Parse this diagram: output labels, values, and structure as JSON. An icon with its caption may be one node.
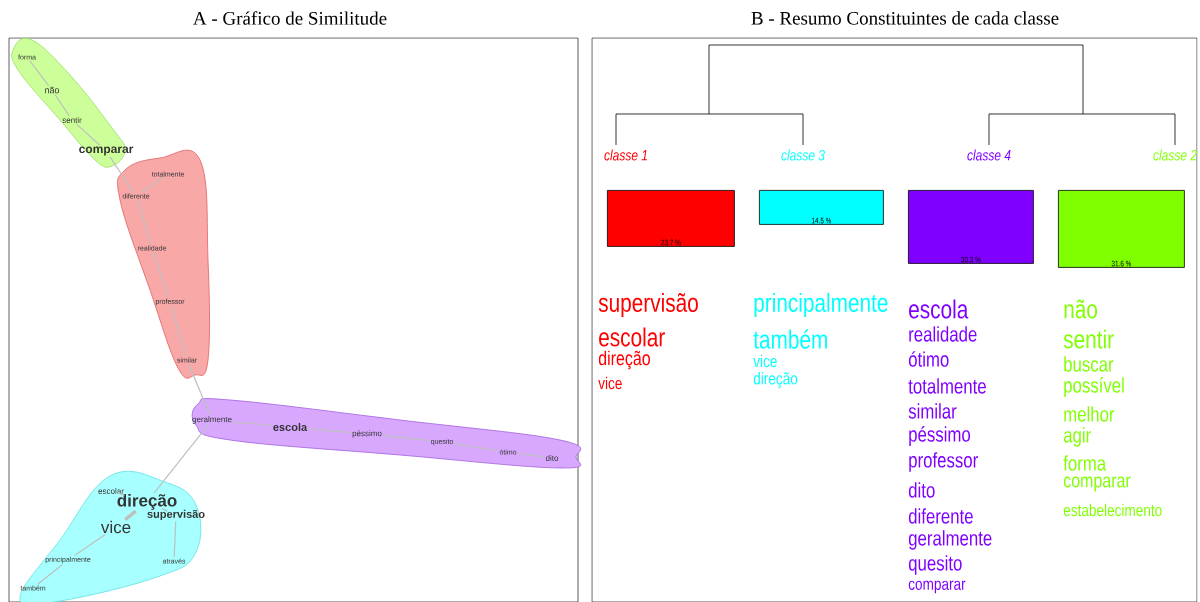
{
  "diagram": {
    "nodes": [
      {
        "text": [
          "A - Gráfico de Similitude"
        ]
      },
      {
        "text": [],
        "shape": "blob",
        "in": 0
      },
      {
        "text": [],
        "shape": "blob",
        "in": 0
      },
      {
        "text": [],
        "shape": "blob",
        "in": 0
      },
      {
        "text": [],
        "shape": "blob",
        "in": 0
      },
      {
        "text": [
          "forma"
        ],
        "in": 1
      },
      {
        "text": [
          "não"
        ],
        "in": 1
      },
      {
        "text": [
          "sentir"
        ],
        "in": 1
      },
      {
        "text": [
          "comparar"
        ],
        "in": 1
      },
      {
        "text": [
          "totalmente"
        ],
        "in": 2
      },
      {
        "text": [
          "diferente"
        ],
        "in": 2
      },
      {
        "text": [
          "realidade"
        ],
        "in": 2
      },
      {
        "text": [
          "professor"
        ],
        "in": 2
      },
      {
        "text": [
          "similar"
        ],
        "in": 2
      },
      {
        "text": [
          "geralmente"
        ],
        "in": 3
      },
      {
        "text": [
          "escola"
        ],
        "in": 3
      },
      {
        "text": [
          "péssimo"
        ],
        "in": 3
      },
      {
        "text": [
          "quesito"
        ],
        "in": 3
      },
      {
        "text": [
          "ótimo"
        ],
        "in": 3
      },
      {
        "text": [
          "dito"
        ],
        "in": 3
      },
      {
        "text": [
          "escolar"
        ],
        "in": 4
      },
      {
        "text": [
          "direção"
        ],
        "in": 4
      },
      {
        "text": [
          "supervisão"
        ],
        "in": 4
      },
      {
        "text": [
          "vice"
        ],
        "in": 4
      },
      {
        "text": [
          "principalmente"
        ],
        "in": 4
      },
      {
        "text": [
          "através"
        ],
        "in": 4
      },
      {
        "text": [
          "também"
        ],
        "in": 4
      },
      {
        "text": [
          "B - Resumo Constituintes de cada classe"
        ]
      },
      {
        "text": [
          "23.7 %"
        ],
        "in": 27,
        "beside": [
          "classe 1",
          "supervisão",
          "escolar",
          "direção",
          "vice"
        ]
      },
      {
        "text": [
          "14.5 %"
        ],
        "in": 27,
        "beside": [
          "classe 3",
          "principalmente",
          "também",
          "vice",
          "direção"
        ]
      },
      {
        "text": [
          "30.3 %"
        ],
        "in": 27,
        "beside": [
          "classe 4",
          "escola",
          "realidade",
          "ótimo",
          "totalmente",
          "similar",
          "péssimo",
          "professor",
          "dito",
          "diferente",
          "geralmente",
          "quesito",
          "comparar"
        ]
      },
      {
        "text": [
          "31.6 %"
        ],
        "in": 27,
        "beside": [
          "classe 2",
          "não",
          "sentir",
          "buscar",
          "possível",
          "melhor",
          "agir",
          "forma",
          "comparar",
          "estabelecimento"
        ]
      }
    ],
    "edges": [
      {
        "from": 5,
        "to": 6,
        "arrow": "none"
      },
      {
        "from": 6,
        "to": 7,
        "arrow": "none"
      },
      {
        "from": 7,
        "to": 8,
        "arrow": "none"
      },
      {
        "from": 8,
        "to": 10,
        "arrow": "none"
      },
      {
        "from": 10,
        "to": 9,
        "arrow": "none"
      },
      {
        "from": 10,
        "to": 11,
        "arrow": "none"
      },
      {
        "from": 11,
        "to": 12,
        "arrow": "none"
      },
      {
        "from": 12,
        "to": 13,
        "arrow": "none"
      },
      {
        "from": 13,
        "to": 14,
        "arrow": "none"
      },
      {
        "from": 14,
        "to": 15,
        "arrow": "none"
      },
      {
        "from": 15,
        "to": 16,
        "arrow": "none"
      },
      {
        "from": 16,
        "to": 17,
        "arrow": "none"
      },
      {
        "from": 17,
        "to": 18,
        "arrow": "none"
      },
      {
        "from": 18,
        "to": 19,
        "arrow": "none"
      },
      {
        "from": 14,
        "to": 21,
        "arrow": "none"
      },
      {
        "from": 20,
        "to": 21,
        "arrow": "none"
      },
      {
        "from": 21,
        "to": 23,
        "arrow": "none",
        "style": "thick"
      },
      {
        "from": 21,
        "to": 22,
        "arrow": "none"
      },
      {
        "from": 23,
        "to": 24,
        "arrow": "none"
      },
      {
        "from": 24,
        "to": 26,
        "arrow": "none"
      },
      {
        "from": 22,
        "to": 25,
        "arrow": "none"
      }
    ]
  }
}
